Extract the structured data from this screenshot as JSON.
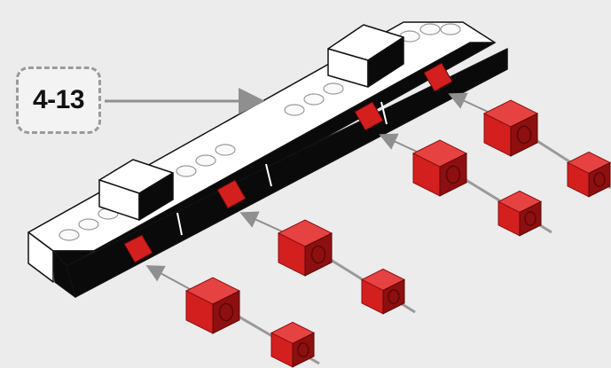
{
  "step": {
    "label": "4-13"
  },
  "colors": {
    "background": "#ececec",
    "beam_white": "#ffffff",
    "beam_black": "#0a0a0a",
    "outline": "#111111",
    "part_red": "#d41f1f",
    "part_red_dark": "#8e0f0f",
    "axle_gray": "#9a9a9a",
    "arrow_gray": "#8f8f8f"
  },
  "icons": [
    "dashed-step-frame",
    "insertion-arrow",
    "connector-peg",
    "bush",
    "axle"
  ]
}
